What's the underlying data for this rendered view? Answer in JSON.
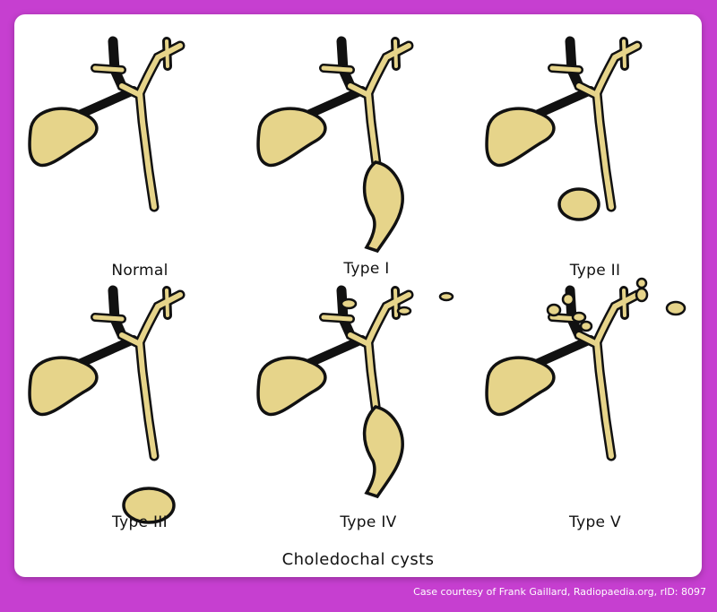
{
  "diagram": {
    "panels": [
      {
        "id": "normal",
        "label": "Normal"
      },
      {
        "id": "type1",
        "label": "Type I"
      },
      {
        "id": "type2",
        "label": "Type II"
      },
      {
        "id": "type3",
        "label": "Type III"
      },
      {
        "id": "type4",
        "label": "Type IV"
      },
      {
        "id": "type5",
        "label": "Type V"
      }
    ],
    "caption": "Choledochal cysts"
  },
  "credit": "Case courtesy of Frank Gaillard, Radiopaedia.org, rID: 8097",
  "colors": {
    "background": "#c63fd0",
    "duct_fill": "#e6d48a",
    "outline": "#111111"
  }
}
